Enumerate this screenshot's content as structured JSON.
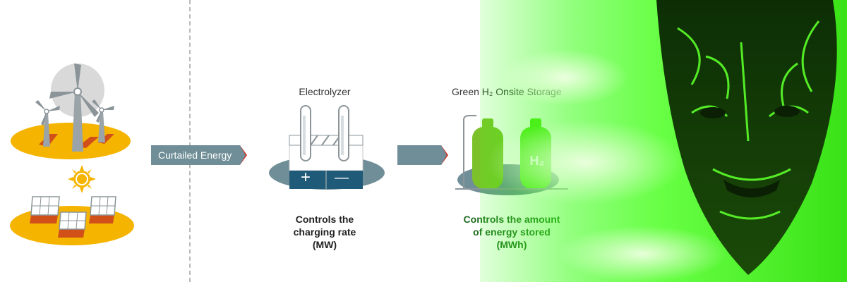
{
  "flow": {
    "curtailed_label": "Curtailed Energy",
    "electrolyzer_title": "Electrolyzer",
    "electrolyzer_caption": "Controls the\ncharging rate\n(MW)",
    "storage_title": "Green H₂ Onsite Storage",
    "storage_caption": "Controls the amount\nof energy stored\n(MWh)",
    "plus_symbol": "+",
    "minus_symbol": "—",
    "tank_label": "H₂"
  },
  "colors": {
    "accent_yellow": "#f5b400",
    "arrow_slate": "#6f8e97",
    "arrow_tip_red": "#d62a1e",
    "electrolyzer_navy": "#1f5a78",
    "overlay_green": "#39ff14"
  },
  "icons": [
    "wind-turbine-icon",
    "sun-icon",
    "solar-panel-icon",
    "electrolyzer-icon",
    "hydrogen-tank-icon"
  ]
}
